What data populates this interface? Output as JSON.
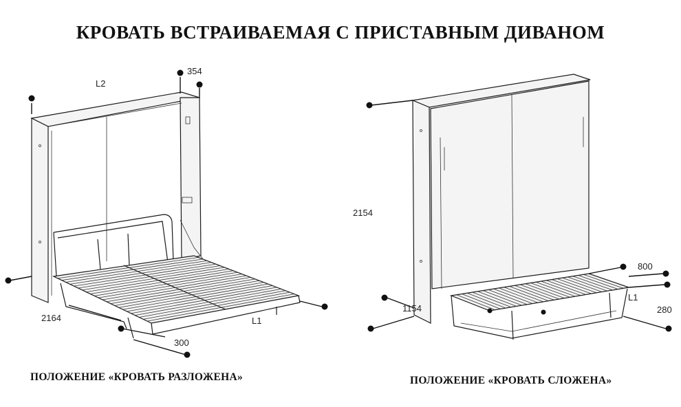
{
  "title": "КРОВАТЬ ВСТРАИВАЕМАЯ С ПРИСТАВНЫМ ДИВАНОМ",
  "left_view": {
    "caption": "ПОЛОЖЕНИЕ «КРОВАТЬ РАЗЛОЖЕНА»",
    "dims": {
      "l2": "L2",
      "depth": "354",
      "length": "2164",
      "leg": "300",
      "l1": "L1"
    }
  },
  "right_view": {
    "caption": "ПОЛОЖЕНИЕ «КРОВАТЬ СЛОЖЕНА»",
    "dims": {
      "height": "2154",
      "sofa_width": "800",
      "l1": "L1",
      "depth": "1154",
      "sofa_height": "280"
    }
  }
}
